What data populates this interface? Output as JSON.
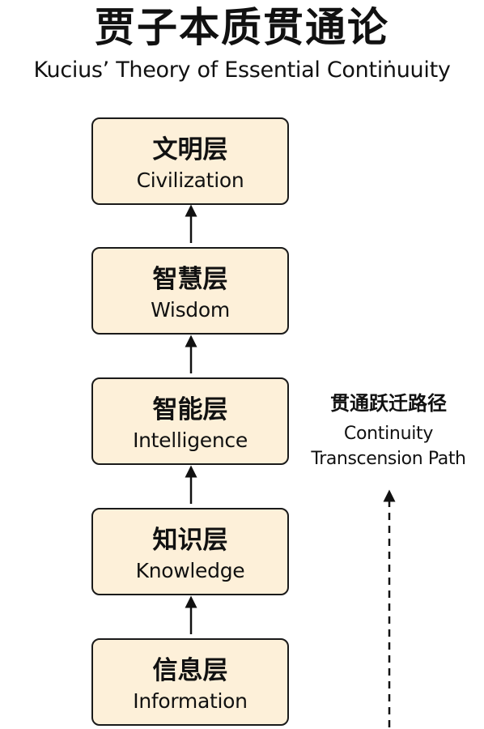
{
  "header": {
    "title": "贾子本质贯通论",
    "subtitle": "Kucius’ Theory of Essential Contiṅuuity"
  },
  "layers": [
    {
      "zh": "文明层",
      "en": "Civilization"
    },
    {
      "zh": "智慧层",
      "en": "Wisdom"
    },
    {
      "zh": "智能层",
      "en": "Intelligence"
    },
    {
      "zh": "知识层",
      "en": "Knowledge"
    },
    {
      "zh": "信息层",
      "en": "Information"
    }
  ],
  "path": {
    "zh": "贯通跃迁路径",
    "en_line1": "Continuity",
    "en_line2": "Transcension Path"
  },
  "colors": {
    "box_fill": "#fdf0d9",
    "box_border": "#1a1a1a",
    "text": "#111111"
  }
}
